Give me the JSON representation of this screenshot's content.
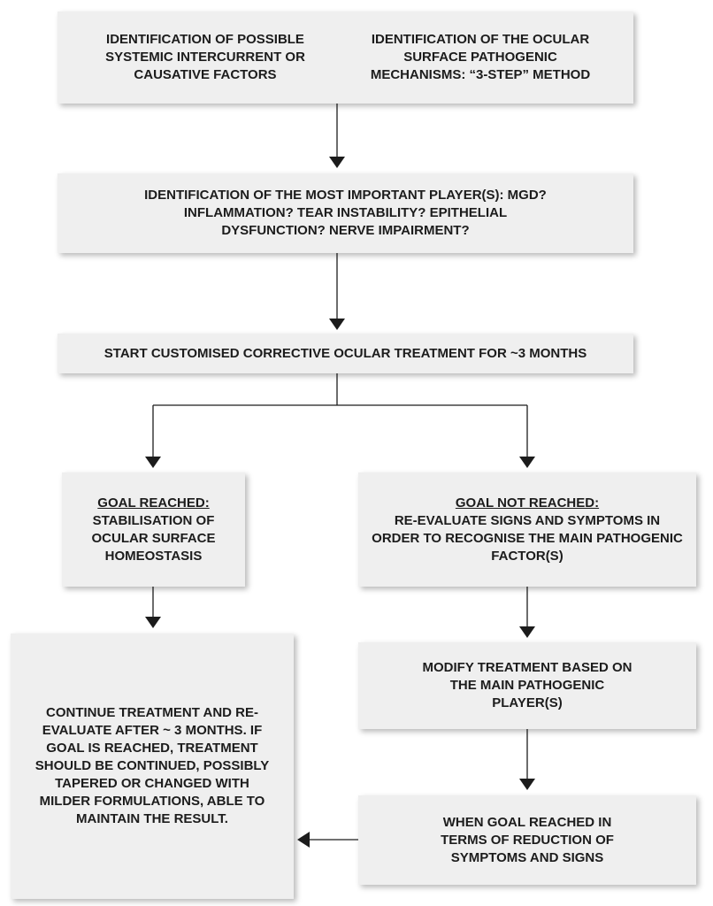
{
  "colors": {
    "box_fill": "#efefef",
    "line": "#1c1c1c",
    "background": "#ffffff"
  },
  "boxes": {
    "identification_factors": {
      "left_text": "IDENTIFICATION OF POSSIBLE SYSTEMIC INTERCURRENT OR CAUSATIVE FACTORS",
      "right_text": "IDENTIFICATION OF THE OCULAR SURFACE PATHOGENIC MECHANISMS: “3-STEP” METHOD"
    },
    "players": {
      "text": "IDENTIFICATION OF THE MOST IMPORTANT PLAYER(S): MGD? INFLAMMATION? TEAR INSTABILITY? EPITHELIAL DYSFUNCTION? NERVE IMPAIRMENT?"
    },
    "start_treatment": {
      "text": "START CUSTOMISED CORRECTIVE OCULAR TREATMENT FOR ~3 MONTHS"
    },
    "goal_reached": {
      "heading": "GOAL REACHED:",
      "text": "STABILISATION OF OCULAR SURFACE HOMEOSTASIS"
    },
    "goal_not_reached": {
      "heading": "GOAL NOT REACHED:",
      "text": "RE-EVALUATE SIGNS AND SYMPTOMS IN ORDER TO RECOGNISE THE MAIN PATHOGENIC FACTOR(S)"
    },
    "continue_treatment": {
      "text": "CONTINUE TREATMENT AND RE-EVALUATE AFTER ~ 3 MONTHS. IF GOAL IS REACHED, TREATMENT SHOULD BE CONTINUED, POSSIBLY TAPERED OR CHANGED WITH MILDER FORMULATIONS, ABLE TO MAINTAIN THE RESULT."
    },
    "modify_treatment": {
      "text": "MODIFY TREATMENT BASED ON THE MAIN PATHOGENIC PLAYER(S)"
    },
    "when_goal_reached": {
      "text": "WHEN GOAL REACHED IN TERMS OF REDUCTION OF SYMPTOMS AND SIGNS"
    }
  }
}
